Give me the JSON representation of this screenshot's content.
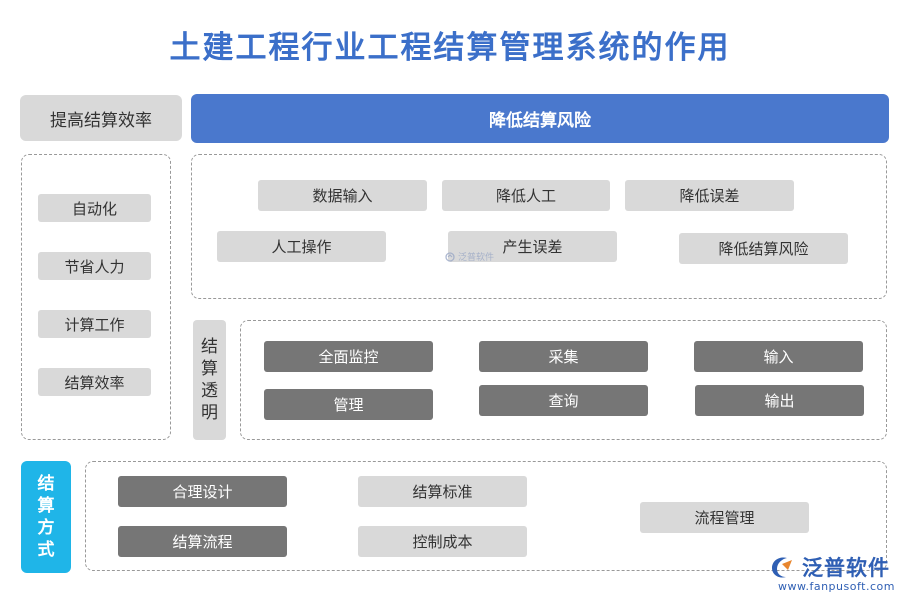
{
  "title": "土建工程行业工程结算管理系统的作用",
  "header": {
    "left_label": "提高结算效率",
    "right_label": "降低结算风险"
  },
  "left_panel": {
    "items": [
      "自动化",
      "节省人力",
      "计算工作",
      "结算效率"
    ]
  },
  "risk_panel": {
    "row1": [
      "数据输入",
      "降低人工",
      "降低误差"
    ],
    "row2": [
      "人工操作",
      "产生误差",
      "降低结算风险"
    ]
  },
  "transparent": {
    "label_chars": [
      "结",
      "算",
      "透",
      "明"
    ],
    "row1": [
      "全面监控",
      "采集",
      "输入"
    ],
    "row2": [
      "管理",
      "查询",
      "输出"
    ]
  },
  "method": {
    "label_chars": [
      "结",
      "算",
      "方",
      "式"
    ],
    "col1": [
      "合理设计",
      "结算流程"
    ],
    "col2": [
      "结算标准",
      "控制成本"
    ],
    "col3": [
      "流程管理"
    ]
  },
  "watermark": {
    "center_text": "泛普软件",
    "logo_text": "泛普软件",
    "logo_url": "www.fanpusoft.com"
  },
  "colors": {
    "title_blue": "#3b6fc9",
    "header_blue": "#4a78cd",
    "method_label_blue": "#1fb5e8",
    "light_gray": "#d9d9d9",
    "dark_gray": "#767676"
  }
}
